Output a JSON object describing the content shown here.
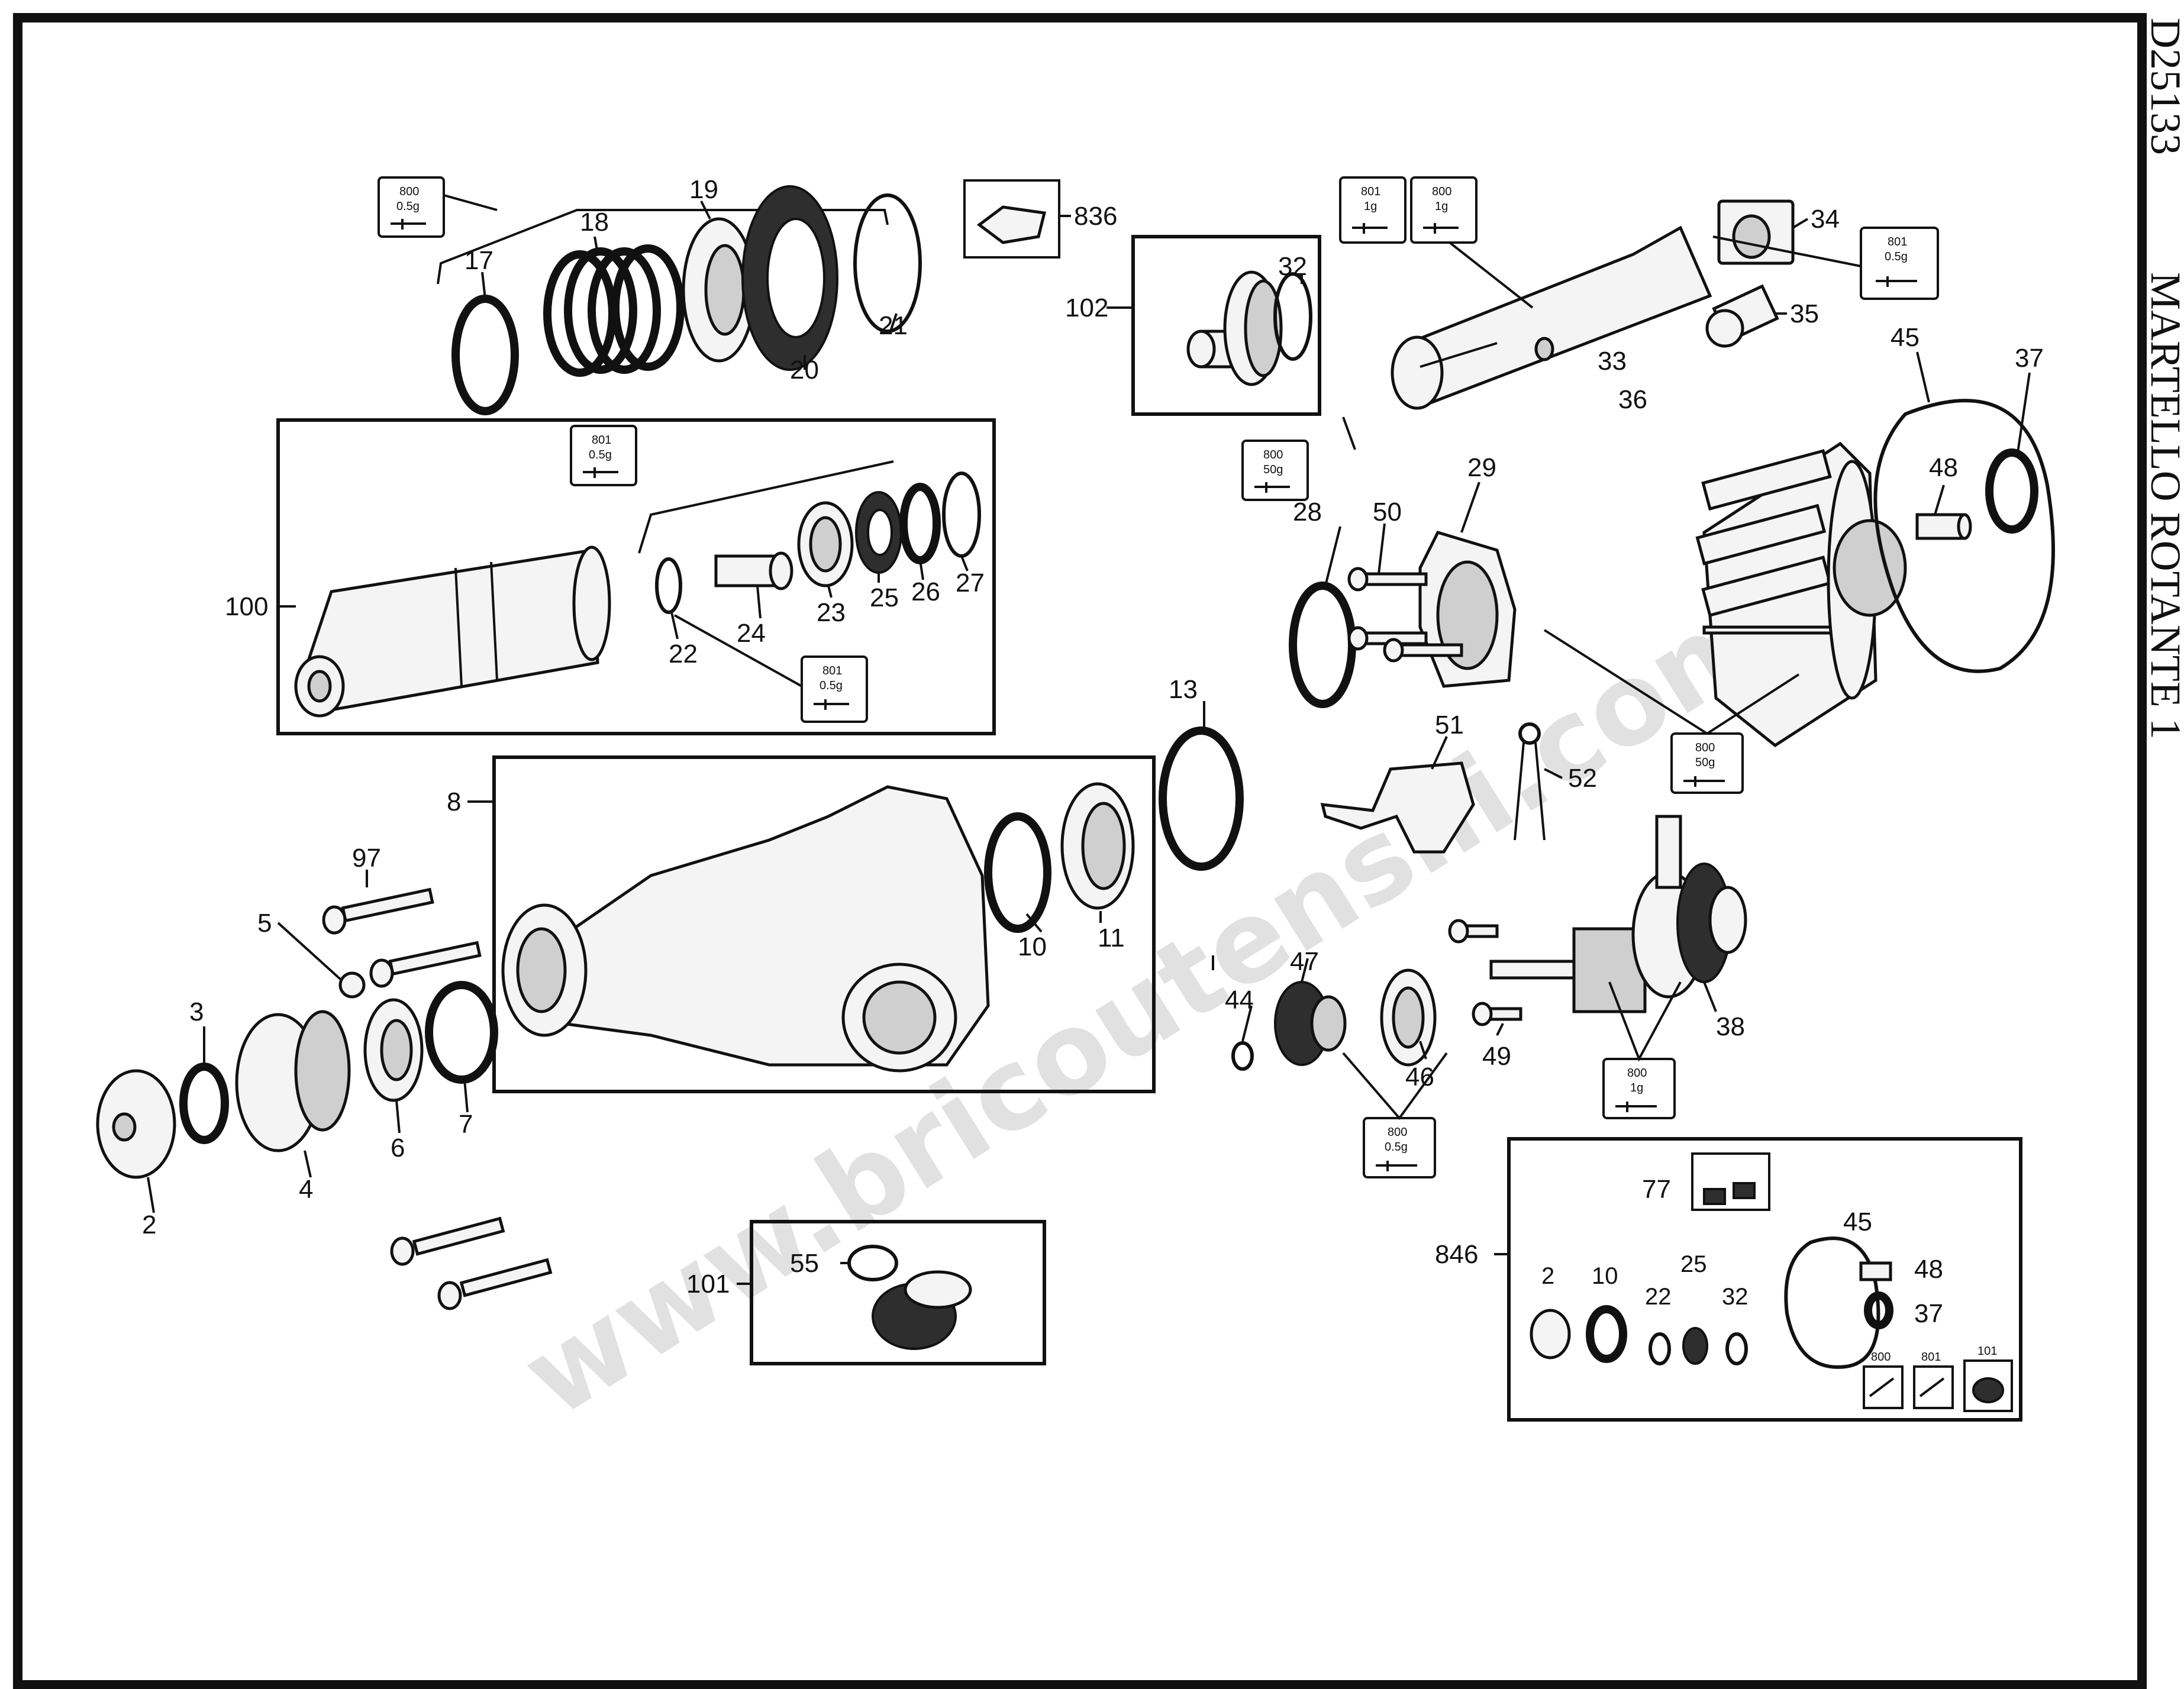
{
  "sheet": {
    "model": "D25133",
    "title": "MARTELLO ROTANTE 1",
    "watermark": "www.bricoutensili.com"
  },
  "part_numbers": [
    "2",
    "3",
    "4",
    "5",
    "6",
    "7",
    "8",
    "10",
    "11",
    "13",
    "17",
    "18",
    "19",
    "20",
    "21",
    "22",
    "23",
    "24",
    "25",
    "26",
    "27",
    "28",
    "29",
    "32",
    "33",
    "34",
    "35",
    "36",
    "37",
    "38",
    "44",
    "45",
    "46",
    "47",
    "48",
    "49",
    "50",
    "51",
    "52",
    "55",
    "97",
    "100",
    "101",
    "102",
    "836",
    "846"
  ],
  "kit_846": {
    "labels": [
      "77",
      "45",
      "48",
      "37",
      "2",
      "10",
      "22",
      "25",
      "32"
    ],
    "icons": [
      "800",
      "801",
      "101"
    ]
  },
  "grease": {
    "g800_05": [
      "800",
      "0.5g"
    ],
    "g801_05": [
      "801",
      "0.5g"
    ],
    "g800_50": [
      "800",
      "50g"
    ],
    "g801_1": [
      "801",
      "1g"
    ],
    "g800_1": [
      "800",
      "1g"
    ]
  },
  "icons": [
    "grease-gun-icon",
    "brush-kit-icon",
    "knob-icon"
  ]
}
